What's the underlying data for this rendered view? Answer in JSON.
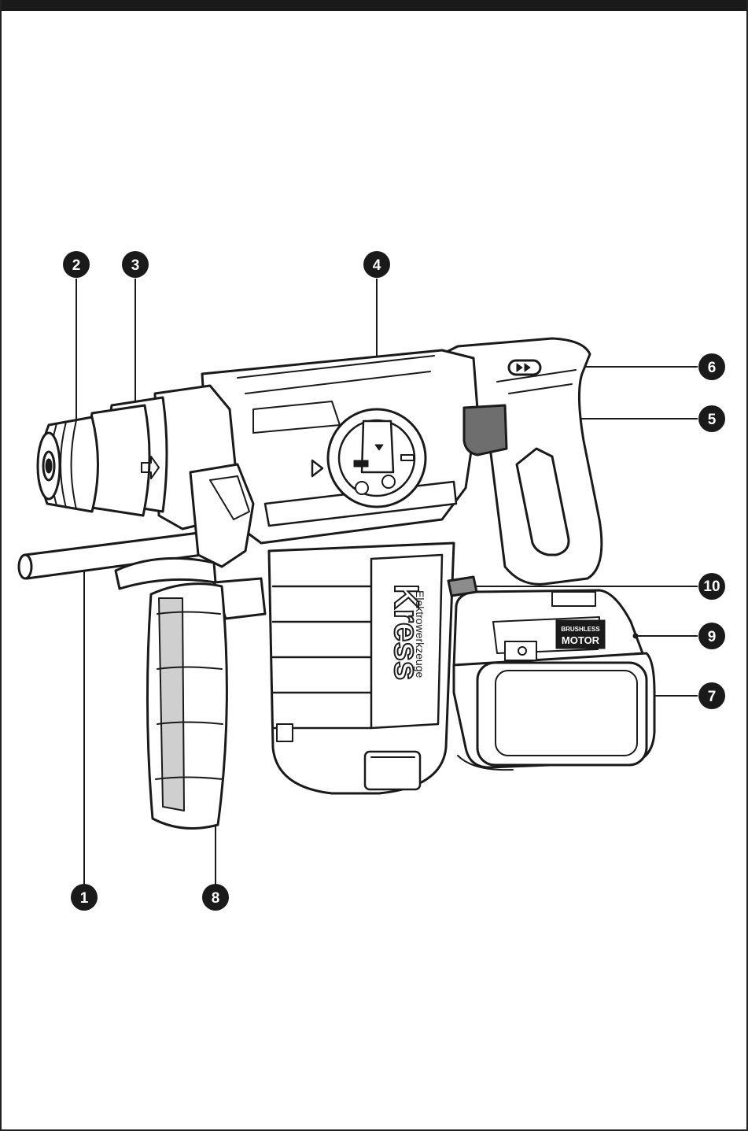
{
  "callouts": [
    {
      "id": "c1",
      "label": "1"
    },
    {
      "id": "c2",
      "label": "2"
    },
    {
      "id": "c3",
      "label": "3"
    },
    {
      "id": "c4",
      "label": "4"
    },
    {
      "id": "c5",
      "label": "5"
    },
    {
      "id": "c6",
      "label": "6"
    },
    {
      "id": "c7",
      "label": "7"
    },
    {
      "id": "c8",
      "label": "8"
    },
    {
      "id": "c9",
      "label": "9"
    },
    {
      "id": "c10",
      "label": "10"
    }
  ],
  "product_markings": {
    "brand": "Kress",
    "brand_subtitle": "Elektrowerkzeuge",
    "badge_line1": "BRUSHLESS",
    "badge_line2": "MOTOR"
  },
  "colors": {
    "outline": "#1a1a1a",
    "body_fill": "#ffffff",
    "trigger_fill": "#6e6e6e",
    "callout_fill": "#1a1a1a"
  }
}
